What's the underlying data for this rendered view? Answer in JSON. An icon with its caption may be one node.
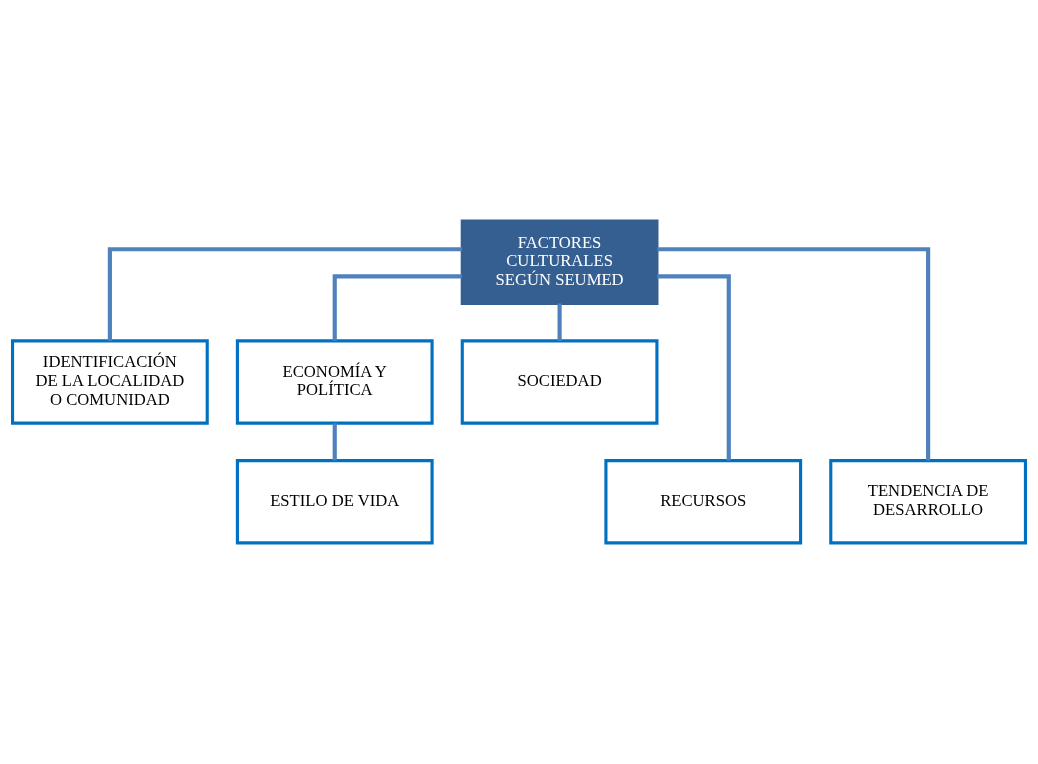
{
  "diagram": {
    "nodes": [
      {
        "text": [
          "FACTORES CULTURALES SEGÚN SEUMED"
        ]
      },
      {
        "text": [
          "IDENTIFICACIÓN DE LA LOCALIDAD O COMUNIDAD"
        ]
      },
      {
        "text": [
          "ECONOMÍA Y POLÍTICA"
        ]
      },
      {
        "text": [
          "SOCIEDAD"
        ]
      },
      {
        "text": [
          "RECURSOS"
        ]
      },
      {
        "text": [
          "TENDENCIA DE DESARROLLO"
        ]
      },
      {
        "text": [
          "ESTILO DE VIDA"
        ]
      }
    ],
    "edges": [
      {
        "from": 0,
        "to": 1,
        "arrow": "none"
      },
      {
        "from": 0,
        "to": 4,
        "arrow": "none"
      },
      {
        "from": 0,
        "to": 2,
        "arrow": "none"
      },
      {
        "from": 0,
        "to": 5,
        "arrow": "none"
      },
      {
        "from": 0,
        "to": 3,
        "arrow": "none"
      },
      {
        "from": 2,
        "to": 6,
        "arrow": "none"
      }
    ]
  }
}
